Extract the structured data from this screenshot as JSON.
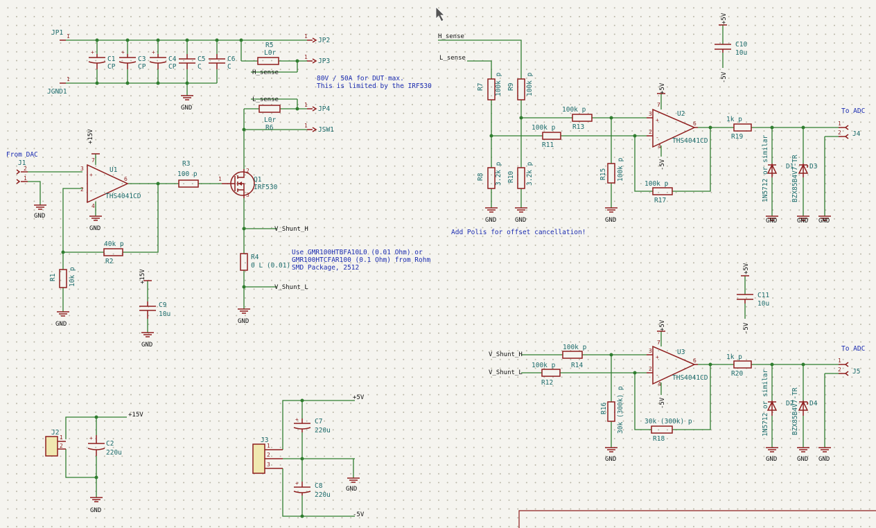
{
  "connectors": {
    "jp1": "JP1",
    "jgnd1": "JGND1",
    "jp2": "JP2",
    "jp3": "JP3",
    "jp4": "JP4",
    "jsw1": "JSW1",
    "j1": "J1",
    "j2": "J2",
    "j3": "J3",
    "j4": "J4",
    "j5": "J5"
  },
  "components": {
    "c1": "C1",
    "c1v": "CP",
    "c3": "C3",
    "c3v": "CP",
    "c4": "C4",
    "c4v": "CP",
    "c5": "C5",
    "c5v": "C",
    "c6": "C6",
    "c6v": "C",
    "r5": "R5",
    "r5v": "L0r",
    "l0r_b": "L0r",
    "r6": "R6",
    "u1": "U1",
    "u1v": "THS4041CD",
    "u2": "U2",
    "u2v": "THS4041CD",
    "u3": "U3",
    "u3v": "THS4041CD",
    "r3": "R3",
    "r3v": "100 p",
    "q1": "Q1",
    "q1v": "IRF530",
    "r4": "R4",
    "r4v": "0 L (0.01)",
    "r2": "R2",
    "r2v": "40k p",
    "r1": "R1",
    "r1v": "10k p",
    "c9": "C9",
    "c9v": "10u",
    "c2": "C2",
    "c2v": "220u",
    "c7": "C7",
    "c7v": "220u",
    "c8": "C8",
    "c8v": "220u",
    "r7": "R7",
    "r7v": "100k p",
    "r9": "R9",
    "r9v": "100k p",
    "r8": "R8",
    "r8v": "3.2k p",
    "r10": "R10",
    "r10v": "3.2k p",
    "r13": "R13",
    "r13v": "100k p",
    "r11": "R11",
    "r11v": "100k p",
    "r15": "R15",
    "r15v": "100k p",
    "r17": "R17",
    "r17v": "100k p",
    "r19": "R19",
    "r19v": "1k p",
    "d1": "D1",
    "d1v": "1N5712 or similar",
    "d3": "D3",
    "d3v": "BZX85B4V7-TR",
    "c10": "C10",
    "c10v": "10u",
    "c11": "C11",
    "c11v": "10u",
    "r14": "R14",
    "r14v": "100k p",
    "r12": "R12",
    "r12v": "100k p",
    "r16": "R16",
    "r16v": "30k (300k) p",
    "r18": "R18",
    "r18v": "30k (300k) p",
    "r20": "R20",
    "r20v": "1k p",
    "d2": "D2",
    "d2v": "1N5712 or similar",
    "d4": "D4",
    "d4v": "BZX85B4V7-TR"
  },
  "nets": {
    "gnd": "GND",
    "p15": "+15V",
    "p5": "+5V",
    "m5": "-5V",
    "h_sense": "H_sense",
    "l_sense": "L_sense",
    "vsh_h": "V_Shunt_H",
    "vsh_l": "V_Shunt_L"
  },
  "pins": {
    "p1": "1",
    "p2": "2",
    "p3": "3",
    "p4": "4",
    "p6": "6",
    "p7": "7"
  },
  "symbols": {
    "plus": "+",
    "minus": "-"
  },
  "notes": {
    "from_dac": "From DAC",
    "to_adc": "To ADC",
    "limit_1": "80V / 50A for DUT max.",
    "limit_2": "This is limited by the IRF530",
    "shunt_1": "Use GMR100HTBFA10L0 (0.01 Ohm) or",
    "shunt_2": "GMR100HTCFAR100 (0.1 Ohm) from Rohm",
    "shunt_3": "SMD Package, 2512",
    "polis": "Add Polis for offset cancellation!"
  }
}
